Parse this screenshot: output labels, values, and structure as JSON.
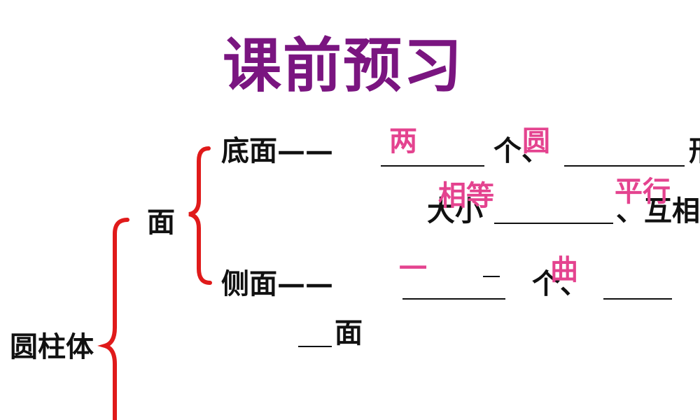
{
  "slide": {
    "title": "课前预习",
    "root": "圆柱体",
    "branch_face": "面",
    "base": {
      "label": "底面——",
      "count_suffix": "个、",
      "shape_suffix": "形",
      "size_prefix": "大小",
      "relation_suffix": "、互相",
      "answer_count": "两",
      "answer_shape": "圆",
      "answer_size": "相等",
      "answer_relation": "平行"
    },
    "side": {
      "label": "侧面——",
      "count_suffix": "个、",
      "face_suffix": "面",
      "answer_count": "一",
      "answer_type": "曲"
    },
    "colors": {
      "title": "#7a1580",
      "answer": "#e4438f",
      "brace": "#e01a1a",
      "text": "#111111"
    }
  }
}
